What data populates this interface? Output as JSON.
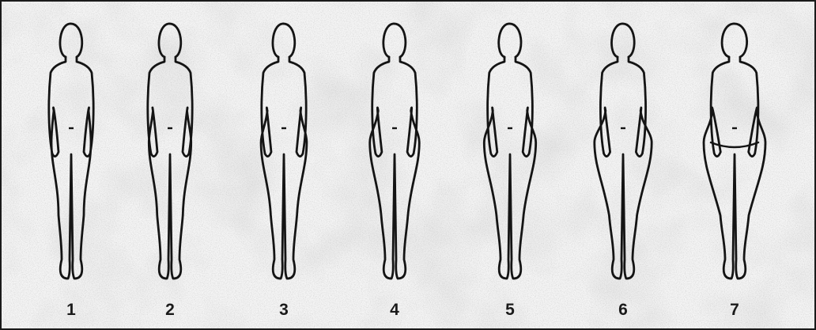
{
  "figures": [
    {
      "label": "1",
      "waist": 0.0,
      "hip": 0.0,
      "belly": 0.0
    },
    {
      "label": "2",
      "waist": 0.1,
      "hip": 0.12,
      "belly": 0.0
    },
    {
      "label": "3",
      "waist": 0.22,
      "hip": 0.28,
      "belly": 0.0
    },
    {
      "label": "4",
      "waist": 0.38,
      "hip": 0.45,
      "belly": 0.05
    },
    {
      "label": "5",
      "waist": 0.3,
      "hip": 0.55,
      "belly": 0.1
    },
    {
      "label": "6",
      "waist": 0.45,
      "hip": 0.8,
      "belly": 0.2
    },
    {
      "label": "7",
      "waist": 0.85,
      "hip": 1.0,
      "belly": 0.85
    }
  ],
  "colors": {
    "outline": "#141414",
    "background": "#f4f4f4",
    "border": "#1a1a1a"
  }
}
